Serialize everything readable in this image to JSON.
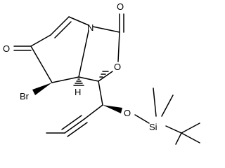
{
  "molecule": {
    "atoms": {
      "o_ketone": "O",
      "n_ring": "N",
      "o_carbonyl": "O",
      "o_ring": "O",
      "br": "Br",
      "h": "H",
      "o_silyl": "O",
      "si": "Si"
    }
  }
}
